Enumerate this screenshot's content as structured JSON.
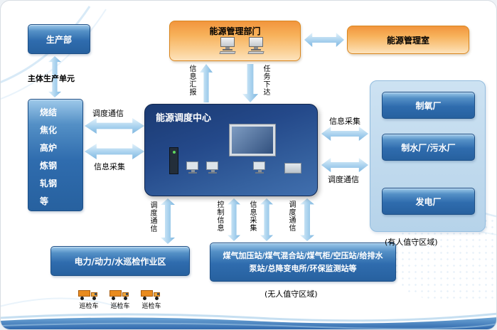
{
  "colors": {
    "box_blue": "#2f6cae",
    "box_orange": "#f5a94c",
    "panel_blue": "#c3dcef",
    "arrow_blue": "#a9d2ee",
    "center_navy": "#1b3a72",
    "bottom_band": "#2f649f"
  },
  "top": {
    "dept_title": "能源管理部门",
    "room_title": "能源管理室",
    "flow_up": "信息汇报",
    "flow_down": "任务下达"
  },
  "left": {
    "production": "生产部",
    "main_unit": "主体生产单元",
    "plant_lines": [
      "烧结",
      "焦化",
      "高炉",
      "炼钢",
      "轧钢",
      "等"
    ],
    "arrow_top": "调度通信",
    "arrow_bottom": "信息采集"
  },
  "center": {
    "title": "能源调度中心"
  },
  "right": {
    "arrow_top": "信息采集",
    "arrow_bottom": "调度通信",
    "plants": [
      "制氧厂",
      "制水厂/污水厂",
      "发电厂"
    ],
    "caption": "(有人值守区域)"
  },
  "bottom": {
    "patrol_arrow": "调度通信",
    "patrol_area": "电力/动力/水巡检作业区",
    "arrow_labels": [
      "控制信息",
      "信息采集",
      "调度通信"
    ],
    "stations": "煤气加压站/煤气混合站/煤气柜/空压站/给排水泵站/总降变电所/环保监测站等",
    "caption": "(无人值守区域)",
    "trucks": [
      "巡检车",
      "巡检车",
      "巡检车"
    ]
  }
}
